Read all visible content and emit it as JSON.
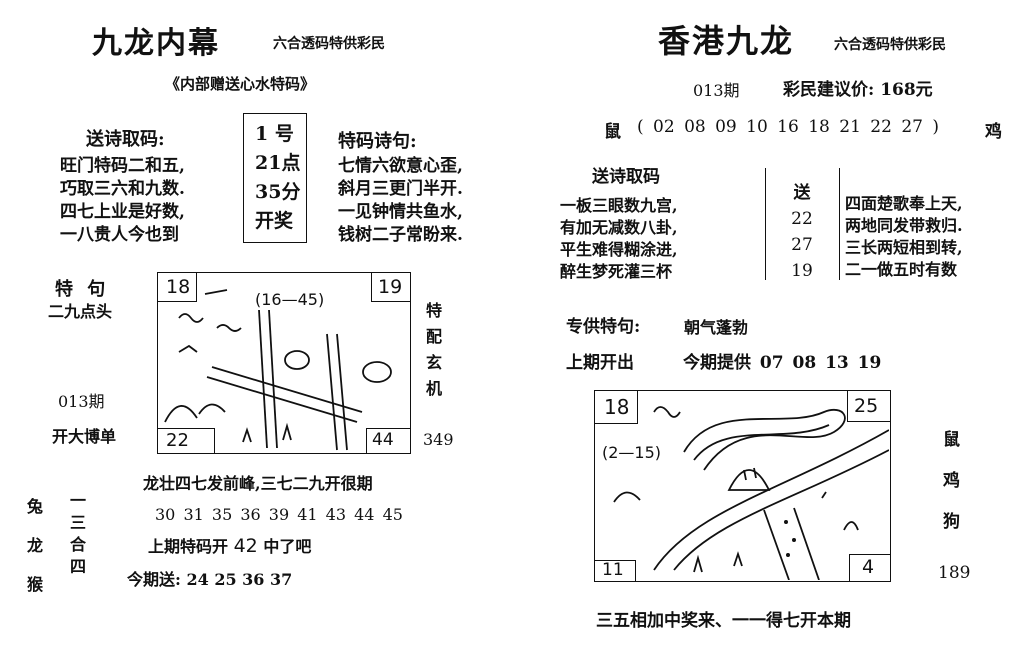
{
  "left": {
    "title": "九龙内幕",
    "subtitle": "六合透码特供彩民",
    "note": "《内部赠送心水特码》",
    "send_poem_label": "送诗取码:",
    "send_poem_lines": [
      "旺门特码二和五,",
      "巧取三六和九数.",
      "四七上业是好数,",
      "一八贵人今也到"
    ],
    "draw_box": [
      "1 号",
      "21点",
      "35分",
      "开奖"
    ],
    "special_poem_label": "特码诗句:",
    "special_poem_lines": [
      "七情六欲意心歪,",
      "斜月三更门半开.",
      "一见钟情共鱼水,",
      "钱树二子常盼来."
    ],
    "te_ju_label": "特 句",
    "te_ju_text": "二九点头",
    "issue": "013期",
    "kai_da": "开大博单",
    "vertical_label": [
      "特",
      "配",
      "玄",
      "机"
    ],
    "num_349": "349",
    "drawing_corners": {
      "tl": "18",
      "tr": "19",
      "bl": "22",
      "br": "44"
    },
    "drawing_text": "(16—45)",
    "line1": "龙壮四七发前峰,三七二九开很期",
    "side_animals": [
      "兔",
      "龙",
      "猴"
    ],
    "side_nums": [
      "一",
      "三",
      "合",
      "四"
    ],
    "numbers_row": "30 31 35 36 39 41 43 44 45",
    "last_issue_prefix": "上期特码开",
    "last_issue_num": "42",
    "last_issue_suffix": "中了吧",
    "today_send": "今期送: 24 25 36 37"
  },
  "right": {
    "title": "香港九龙",
    "subtitle": "六合透码特供彩民",
    "issue": "013期",
    "price": "彩民建议价: 168元",
    "rat": "鼠",
    "rooster": "鸡",
    "number_list": "( 02 08 09 10 16 18 21 22 27 )",
    "send_poem_label": "送诗取码",
    "poem_left": [
      "一板三眼数九宫,",
      "有加无减数八卦,",
      "平生难得糊涂进,",
      "醉生梦死灌三杯"
    ],
    "send_col": [
      "送",
      "22",
      "27",
      "19"
    ],
    "poem_right": [
      "四面楚歌奉上天,",
      "两地同发带救归.",
      "三长两短相到转,",
      "二一做五时有数"
    ],
    "special_label": "专供特句:",
    "special_text": "朝气蓬勃",
    "last_out": "上期开出",
    "this_offer": "今期提供 07 08 13 19",
    "drawing_corners": {
      "tl": "18",
      "tr": "25",
      "bl": "11",
      "br": "4"
    },
    "drawing_text": "(2—15)",
    "animals": [
      "鼠",
      "鸡",
      "狗"
    ],
    "num_189": "189",
    "footer": "三五相加中奖来、一一得七开本期"
  }
}
